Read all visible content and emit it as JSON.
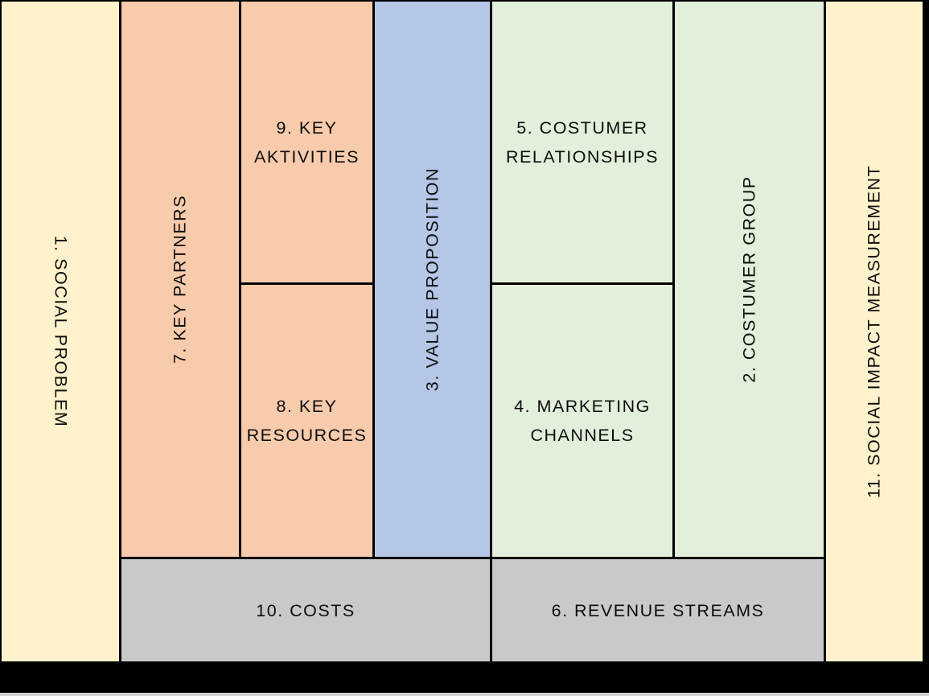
{
  "diagram": {
    "type": "social-business-model-canvas",
    "colors": {
      "cream": "#FFF2CC",
      "orange": "#F8CBAD",
      "blue": "#B4C7E7",
      "green": "#E2EFDA",
      "gray": "#C9C9C9",
      "border": "#000000",
      "bottom_strip": "#D2D0D0"
    },
    "blocks": {
      "social_problem": {
        "label": "1. SOCIAL PROBLEM"
      },
      "customer_group": {
        "label": "2. COSTUMER GROUP"
      },
      "value_proposition": {
        "label": "3. VALUE PROPOSITION"
      },
      "marketing_channels": {
        "line1": "4. MARKETING",
        "line2": "CHANNELS"
      },
      "customer_relationships": {
        "line1": "5. COSTUMER",
        "line2": "RELATIONSHIPS"
      },
      "revenue_streams": {
        "label": "6. REVENUE STREAMS"
      },
      "key_partners": {
        "label": "7. KEY PARTNERS"
      },
      "key_resources": {
        "line1": "8. KEY",
        "line2": "RESOURCES"
      },
      "key_activities": {
        "line1": "9. KEY",
        "line2": "AKTIVITIES"
      },
      "costs": {
        "label": "10. COSTS"
      },
      "social_impact_measurement": {
        "label": "11. SOCIAL IMPACT MEASUREMENT"
      }
    }
  }
}
